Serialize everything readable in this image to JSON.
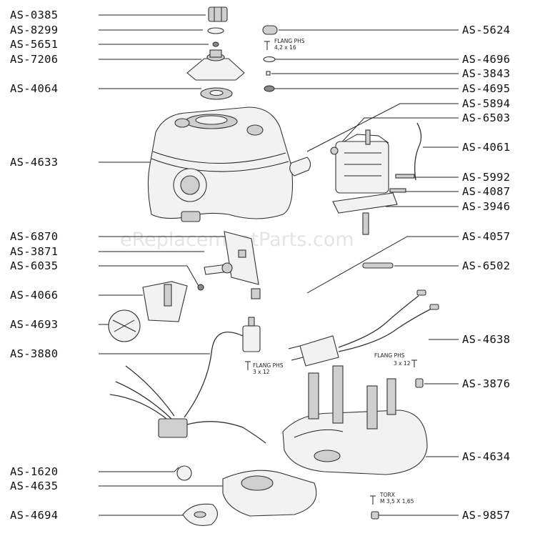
{
  "watermark": "eReplacementParts.com",
  "labels_left": [
    "AS-0385",
    "AS-8299",
    "AS-5651",
    "AS-7206",
    "AS-4064",
    "AS-4633",
    "AS-6870",
    "AS-3871",
    "AS-6035",
    "AS-4066",
    "AS-4693",
    "AS-3880",
    "AS-1620",
    "AS-4635",
    "AS-4694"
  ],
  "labels_right": [
    "AS-5624",
    "AS-4696",
    "AS-3843",
    "AS-4695",
    "AS-5894",
    "AS-6503",
    "AS-4061",
    "AS-5992",
    "AS-4087",
    "AS-3946",
    "AS-4057",
    "AS-6502",
    "AS-4638",
    "AS-3876",
    "AS-4634",
    "AS-9857"
  ],
  "notes": {
    "flang_top_1": "FLANG PHS",
    "flang_top_2": "4,2 x 16",
    "flang_mid_1": "FLANG PHS",
    "flang_mid_2": "3 x 12",
    "flang_right_1": "FLANG PHS",
    "flang_right_2": "3 x 12",
    "torx_1": "TORX",
    "torx_2": "M 3,5 X 1,65"
  }
}
